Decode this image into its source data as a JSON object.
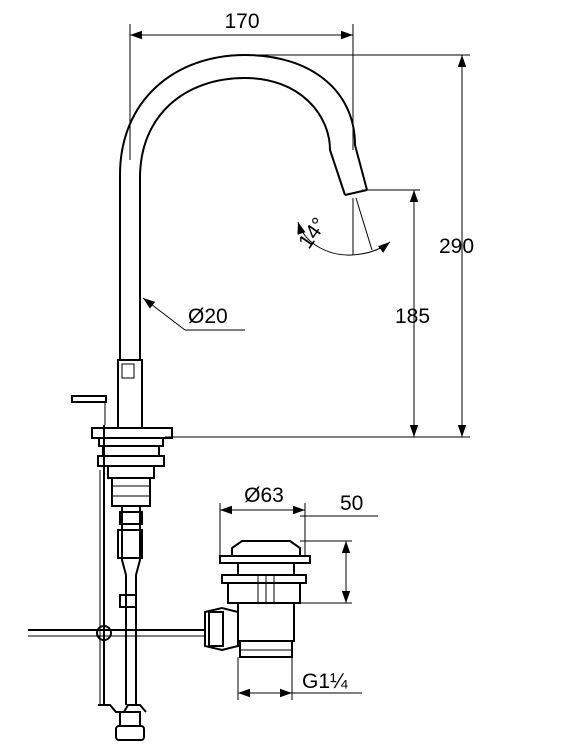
{
  "diagram": {
    "dimensions": {
      "spout_reach": "170",
      "total_height": "290",
      "spout_height": "185",
      "spout_angle": "14°",
      "spout_diameter": "Ø20",
      "drain_diameter": "Ø63",
      "drain_lift": "50",
      "drain_thread": "G1¼"
    }
  }
}
